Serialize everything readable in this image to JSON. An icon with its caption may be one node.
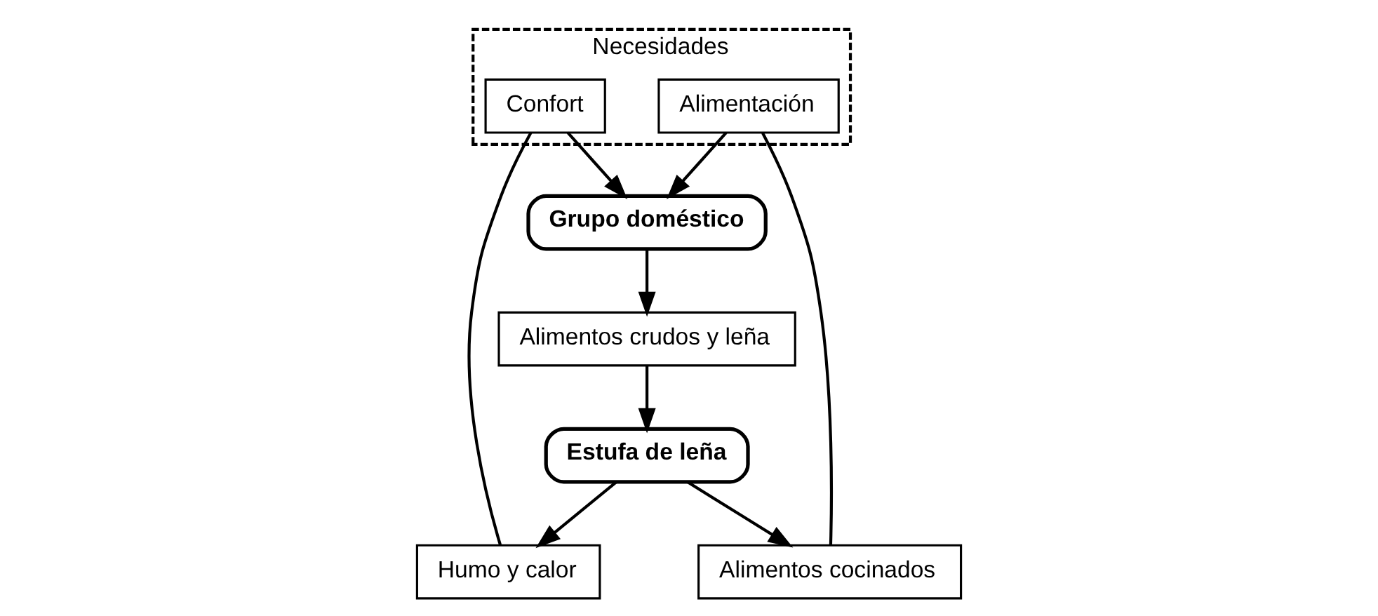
{
  "diagram": {
    "nodes": [
      {
        "text": [
          "Necesidades"
        ]
      },
      {
        "text": [
          "Confort"
        ],
        "in": 0
      },
      {
        "text": [
          "Alimentación"
        ],
        "in": 0
      },
      {
        "text": [
          "Grupo doméstico"
        ]
      },
      {
        "text": [
          "Alimentos crudos y leña"
        ]
      },
      {
        "text": [
          "Estufa de leña"
        ]
      },
      {
        "text": [
          "Humo y calor"
        ]
      },
      {
        "text": [
          "Alimentos cocinados"
        ]
      }
    ],
    "edges": [
      {
        "from": 1,
        "to": 3,
        "arrow": "to"
      },
      {
        "from": 2,
        "to": 3,
        "arrow": "to"
      },
      {
        "from": 3,
        "to": 4,
        "arrow": "to"
      },
      {
        "from": 4,
        "to": 5,
        "arrow": "to"
      },
      {
        "from": 5,
        "to": 6,
        "arrow": "to"
      },
      {
        "from": 5,
        "to": 7,
        "arrow": "to"
      },
      {
        "from": 6,
        "to": 1,
        "arrow": "none"
      },
      {
        "from": 7,
        "to": 2,
        "arrow": "none"
      }
    ]
  }
}
